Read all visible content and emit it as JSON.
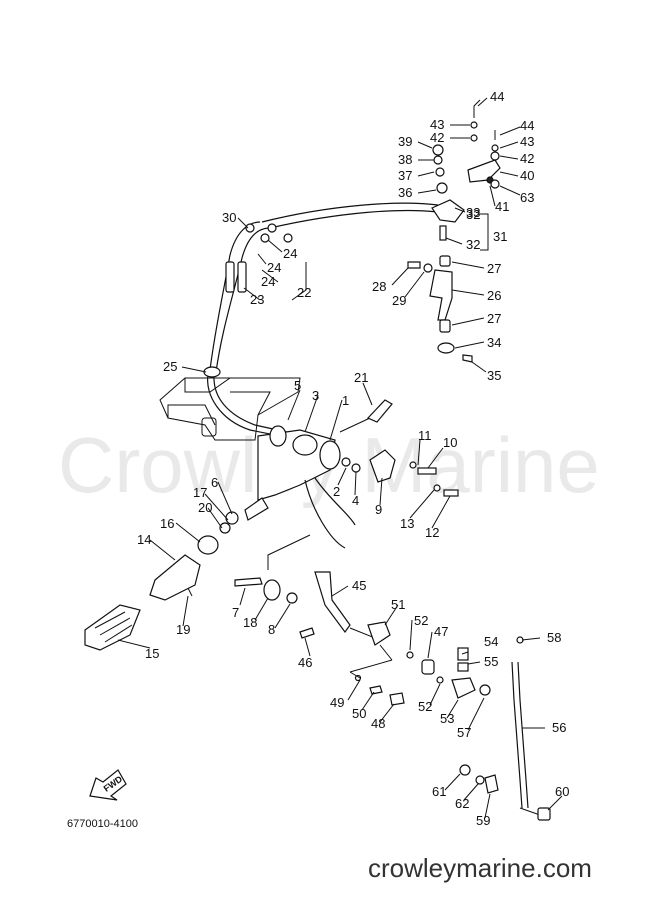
{
  "watermark": "Crowley Marine",
  "footer_url": "crowleymarine.com",
  "diagram_code": "6770010-4100",
  "fwd_label": "FWD",
  "callouts": [
    "1",
    "2",
    "3",
    "4",
    "5",
    "6",
    "7",
    "8",
    "9",
    "10",
    "11",
    "12",
    "13",
    "14",
    "15",
    "16",
    "17",
    "18",
    "19",
    "20",
    "21",
    "22",
    "23",
    "24",
    "24",
    "24",
    "25",
    "26",
    "27",
    "27",
    "28",
    "29",
    "30",
    "31",
    "32",
    "32",
    "33",
    "34",
    "35",
    "36",
    "37",
    "38",
    "39",
    "40",
    "41",
    "42",
    "42",
    "43",
    "43",
    "44",
    "44",
    "45",
    "46",
    "47",
    "48",
    "49",
    "50",
    "51",
    "52",
    "52",
    "53",
    "54",
    "55",
    "56",
    "57",
    "58",
    "59",
    "60",
    "61",
    "62",
    "63"
  ]
}
